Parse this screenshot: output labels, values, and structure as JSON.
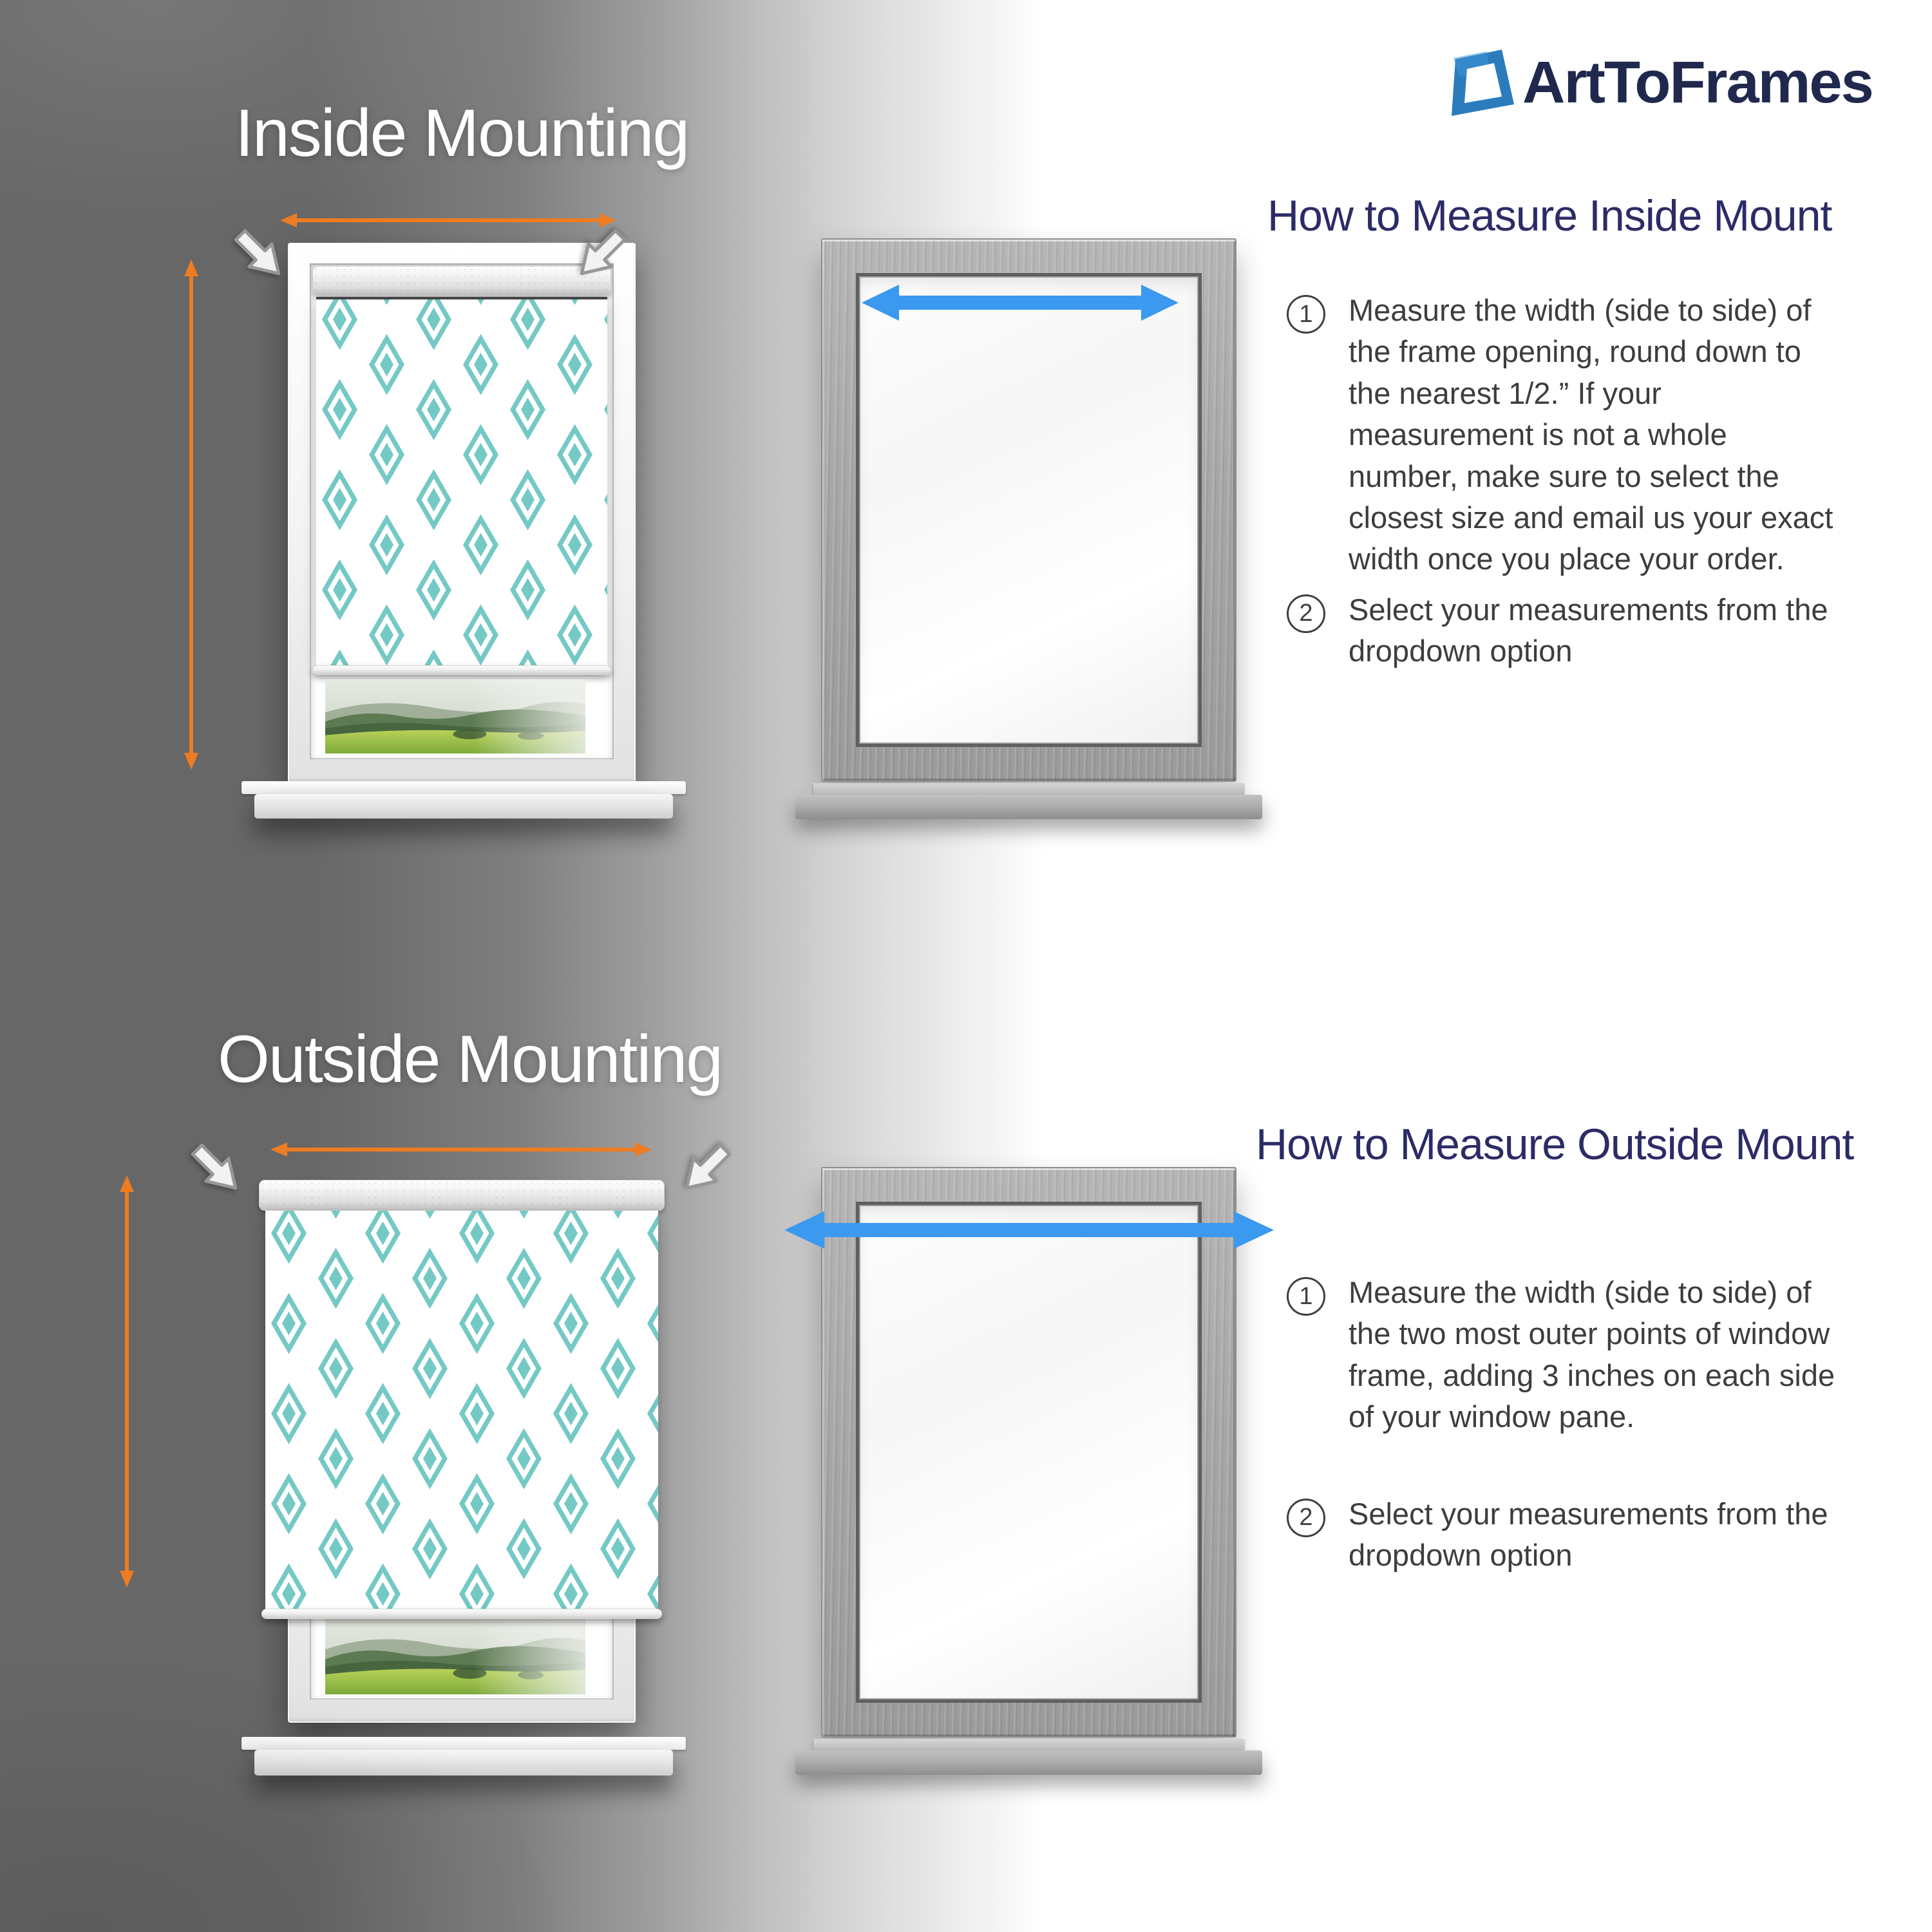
{
  "logo": {
    "text": "ArtToFrames"
  },
  "inside": {
    "mount_title": "Inside Mounting",
    "how_title": "How to Measure Inside Mount",
    "steps": [
      {
        "num": "1",
        "text": "Measure the width (side to side) of the frame opening, round down to the nearest 1/2.”  If your measurement is not a whole number, make sure to select the closest size and email us your exact width once you place your order."
      },
      {
        "num": "2",
        "text": "Select your measurements from the dropdown option"
      }
    ]
  },
  "outside": {
    "mount_title": "Outside Mounting",
    "how_title": "How to Measure Outside Mount",
    "steps": [
      {
        "num": "1",
        "text": "Measure the width (side to side) of the two most outer points of window frame, adding 3 inches on each side of your window pane."
      },
      {
        "num": "2",
        "text": "Select your measurements from the dropdown option"
      }
    ]
  },
  "icons": {
    "logo_icon": "tilted-picture-frame",
    "width_arrow": "orange-double-arrow-horizontal",
    "height_arrow": "orange-double-arrow-vertical",
    "measure_arrow": "blue-double-arrow-horizontal",
    "mount_pointer": "white-pointer-arrow"
  },
  "colors": {
    "accent_orange": "#ee7c22",
    "accent_blue": "#3b99f0",
    "heading_navy": "#2b2c66",
    "body_text": "#3d3d3d",
    "pattern_teal": "#74c9c5",
    "logo_blue": "#2b7cbd",
    "logo_navy": "#20294d",
    "white_heading": "#ffffff"
  }
}
